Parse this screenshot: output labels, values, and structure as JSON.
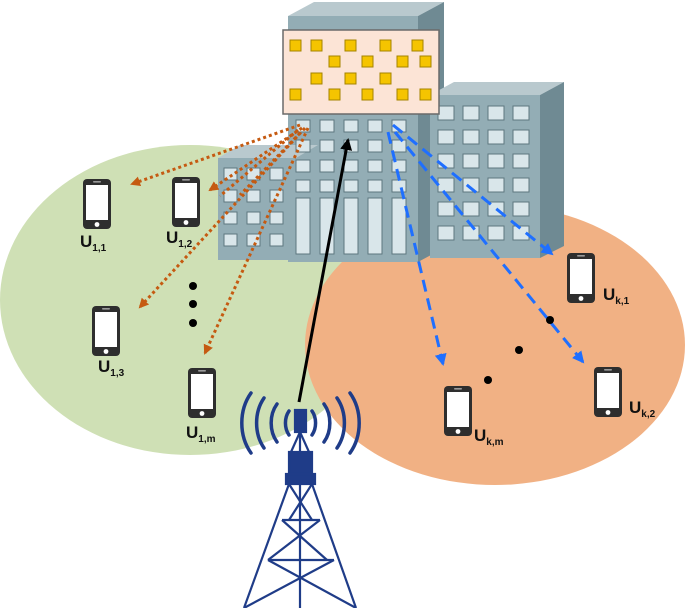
{
  "groups": {
    "group1": {
      "color": "#cfe0b5",
      "users": [
        {
          "base": "U",
          "sub": "1,1"
        },
        {
          "base": "U",
          "sub": "1,2"
        },
        {
          "base": "U",
          "sub": "1,3"
        },
        {
          "base": "U",
          "sub": "1,m"
        }
      ]
    },
    "groupk": {
      "color": "#f1b184",
      "users": [
        {
          "base": "U",
          "sub": "k,1"
        },
        {
          "base": "U",
          "sub": "k,2"
        },
        {
          "base": "U",
          "sub": "k,m"
        }
      ]
    }
  },
  "colors": {
    "group1_arrows": "#c55a11",
    "groupk_arrows": "#1f6fff",
    "uplink_arrow": "#000000",
    "irs_panel_bg": "#fce4d6",
    "irs_element": "#f5c400",
    "building": "#8fa8b0",
    "tower": "#1f3c88"
  },
  "icons": [
    "smartphone-icon",
    "building-icon",
    "irs-panel-icon",
    "base-station-tower-icon",
    "signal-waves-icon"
  ]
}
